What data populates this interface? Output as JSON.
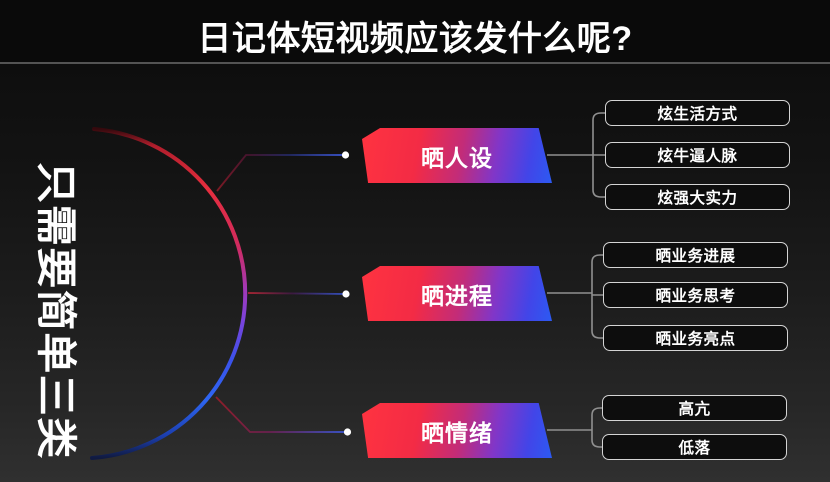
{
  "title": "日记体短视频应该发什么呢?",
  "side_label": "只需要简单三类",
  "colors": {
    "background_top": "#0b0b0b",
    "background_bottom": "#303030",
    "banner_red": "#ff3340",
    "banner_blue": "#2c5af2",
    "arc_red": "#e62e3e",
    "arc_purple": "#a338b4",
    "arc_blue": "#2e66f2",
    "box_border": "#d4d4d4",
    "connector_gray": "#909090",
    "dot_white": "#ffffff"
  },
  "groups": [
    {
      "label": "晒人设",
      "items": [
        "炫生活方式",
        "炫牛逼人脉",
        "炫强大实力"
      ]
    },
    {
      "label": "晒进程",
      "items": [
        "晒业务进展",
        "晒业务思考",
        "晒业务亮点"
      ]
    },
    {
      "label": "晒情绪",
      "items": [
        "高亢",
        "低落"
      ]
    }
  ]
}
